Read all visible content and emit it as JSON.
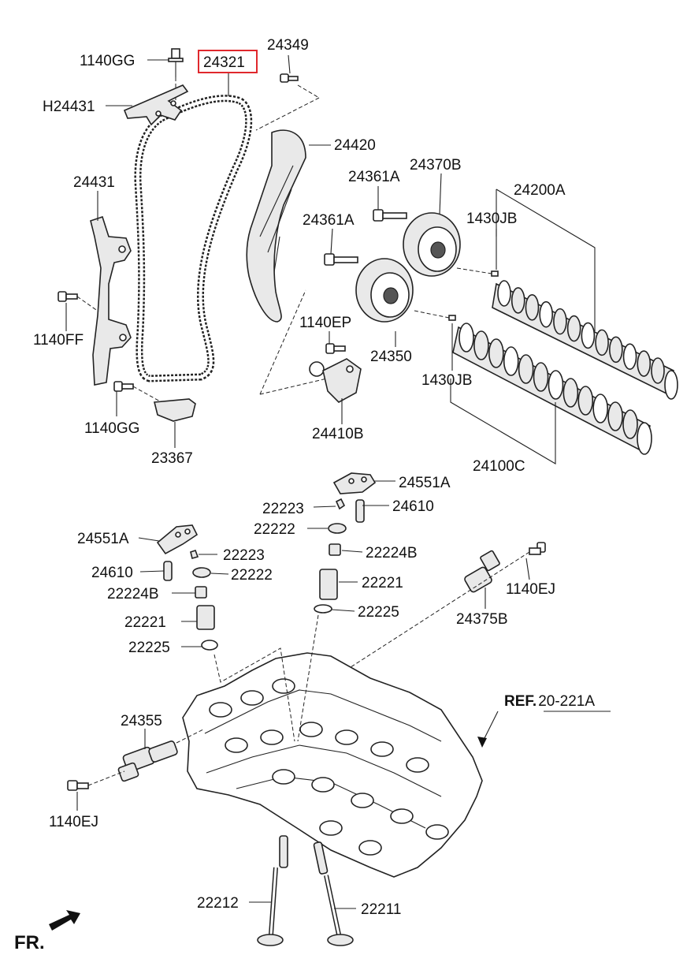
{
  "highlight_color": "#e0282d",
  "labels": {
    "p1140GG_top": "1140GG",
    "p24321": "24321",
    "p24349": "24349",
    "pH24431": "H24431",
    "p24420": "24420",
    "p24431": "24431",
    "p24361A_1": "24361A",
    "p24370B": "24370B",
    "p24200A": "24200A",
    "p24361A_2": "24361A",
    "p1430JB_1": "1430JB",
    "p1140FF": "1140FF",
    "p1140EP": "1140EP",
    "p24350": "24350",
    "p1430JB_2": "1430JB",
    "p1140GG_bot": "1140GG",
    "p24410B": "24410B",
    "p23367": "23367",
    "p24100C": "24100C",
    "p24551A_r": "24551A",
    "p22223_r": "22223",
    "p24610_r": "24610",
    "p22222_r": "22222",
    "p24551A_l": "24551A",
    "p22223_l": "22223",
    "p22224B_r": "22224B",
    "p24610_l": "24610",
    "p22222_l": "22222",
    "p22221_r": "22221",
    "p22224B_l": "22224B",
    "p1140EJ_r": "1140EJ",
    "p22225_r": "22225",
    "p22221_l": "22221",
    "p24375B": "24375B",
    "p22225_l": "22225",
    "ref_prefix": "REF.",
    "ref_value": "20-221A",
    "p24355": "24355",
    "p1140EJ_l": "1140EJ",
    "p22212": "22212",
    "p22211": "22211",
    "fr": "FR."
  }
}
